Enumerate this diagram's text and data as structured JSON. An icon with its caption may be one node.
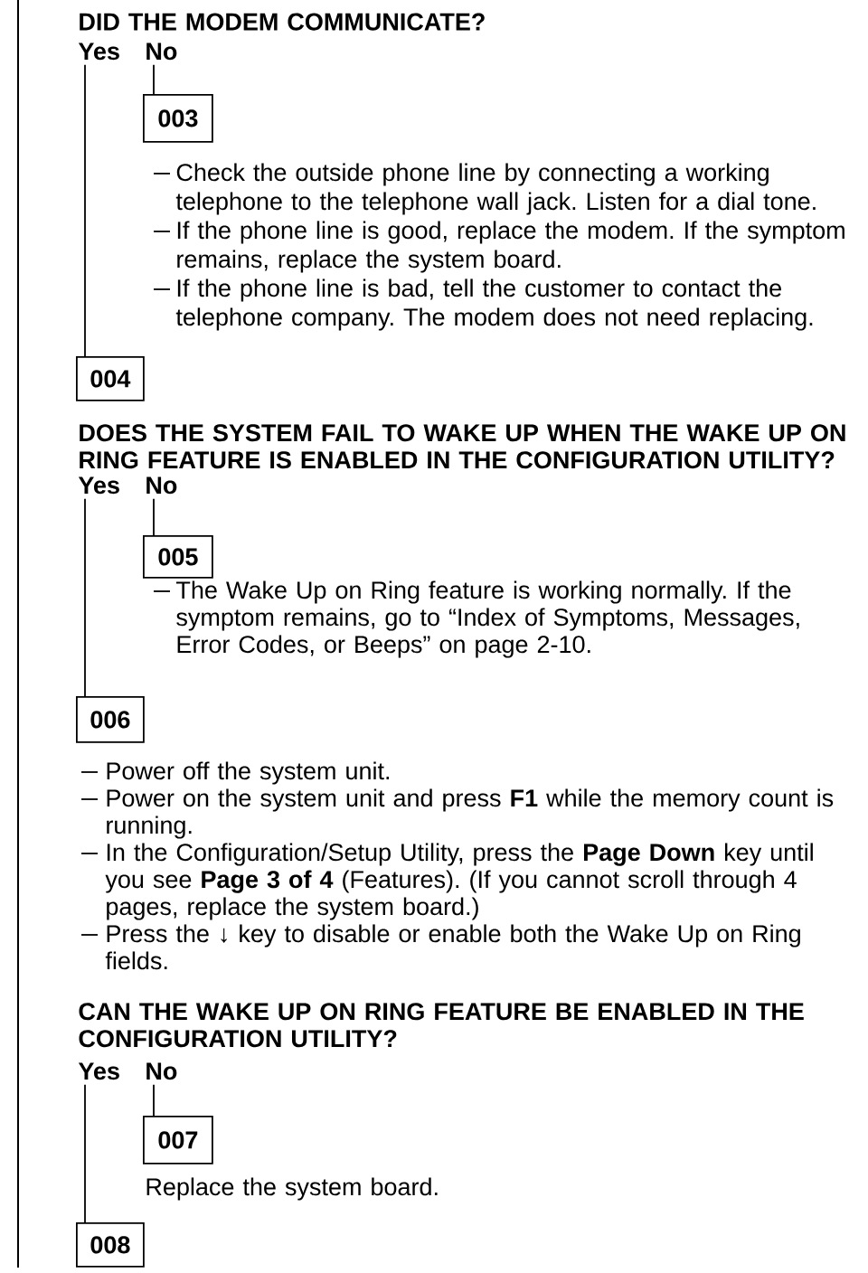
{
  "diagram": {
    "nodes": [
      {
        "text": [
          "Yes"
        ]
      },
      {
        "text": [
          "No"
        ]
      },
      {
        "text": [
          "003"
        ],
        "beside": [
          "Check the outside phone line by connecting a working telephone to the telephone wall jack. Listen for a dial tone.",
          "If the phone line is good, replace the modem. If the symptom remains, replace the system board.",
          "If the phone line is bad, tell the customer to contact the telephone company. The modem does not need replacing."
        ]
      },
      {
        "text": [
          "004"
        ]
      },
      {
        "text": [
          "Yes"
        ]
      },
      {
        "text": [
          "No"
        ]
      },
      {
        "text": [
          "005"
        ],
        "beside": [
          "The Wake Up on Ring feature is working normally. If the symptom remains, go to “Index of Symptoms, Messages, Error Codes, or Beeps” on page 2-10."
        ]
      },
      {
        "text": [
          "006"
        ],
        "beside": [
          "Power off the system unit.",
          "Power on the system unit and press **F1** while the memory count is running.",
          "In the Configuration/Setup Utility, press the **Page Down** key until you see **Page 3 of 4** (Features). (If you cannot scroll through 4 pages, replace the system board.)",
          "Press the ↓ key to disable or enable both the Wake Up on Ring fields."
        ]
      },
      {
        "text": [
          "Yes"
        ]
      },
      {
        "text": [
          "No"
        ]
      },
      {
        "text": [
          "007"
        ],
        "beside": [
          "Replace the system board."
        ]
      },
      {
        "text": [
          "008"
        ]
      }
    ],
    "edges": [
      {
        "from": 0,
        "to": 3,
        "arrow": "none"
      },
      {
        "from": 1,
        "to": 2,
        "arrow": "none"
      },
      {
        "from": 4,
        "to": 7,
        "arrow": "none"
      },
      {
        "from": 5,
        "to": 6,
        "arrow": "none"
      },
      {
        "from": 8,
        "to": 11,
        "arrow": "none"
      },
      {
        "from": 9,
        "to": 10,
        "arrow": "none"
      }
    ],
    "labels": [
      "DID THE MODEM COMMUNICATE?",
      "DOES THE SYSTEM FAIL TO WAKE UP WHEN THE WAKE UP ON RING FEATURE IS ENABLED IN THE CONFIGURATION UTILITY?",
      "CAN THE WAKE UP ON RING FEATURE BE ENABLED IN THE CONFIGURATION UTILITY?"
    ]
  }
}
